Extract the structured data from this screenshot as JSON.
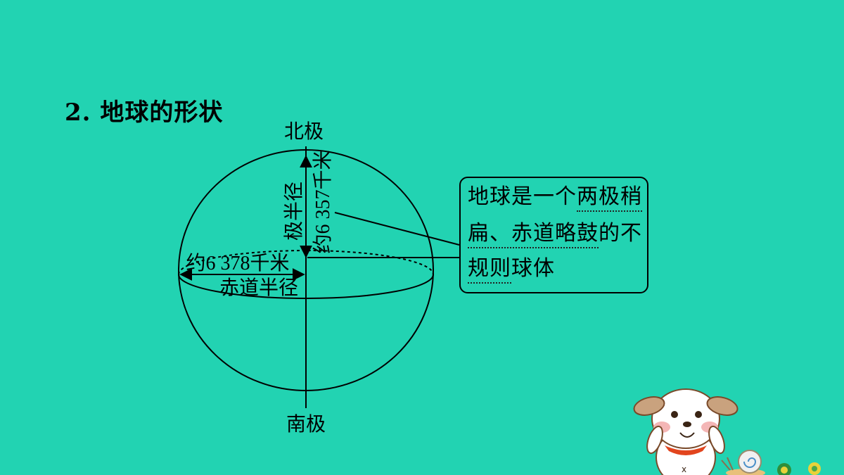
{
  "title": "2. 地球的形状",
  "diagram": {
    "north_pole": "北极",
    "south_pole": "南极",
    "polar_radius_label": "极半径",
    "polar_radius_value": "约6 357千米",
    "equatorial_radius_label": "赤道半径",
    "equatorial_radius_value": "约6 378千米"
  },
  "note": {
    "line1": "地球是一个",
    "line1_emph": "两极稍",
    "line2_emph": "扁、赤道略鼓",
    "line2": "的不",
    "line3_emph": "规则",
    "line3": "球体"
  },
  "decorations": {
    "mascot_icon": "cartoon-puppy-icon",
    "snail_icon": "snail-icon"
  }
}
